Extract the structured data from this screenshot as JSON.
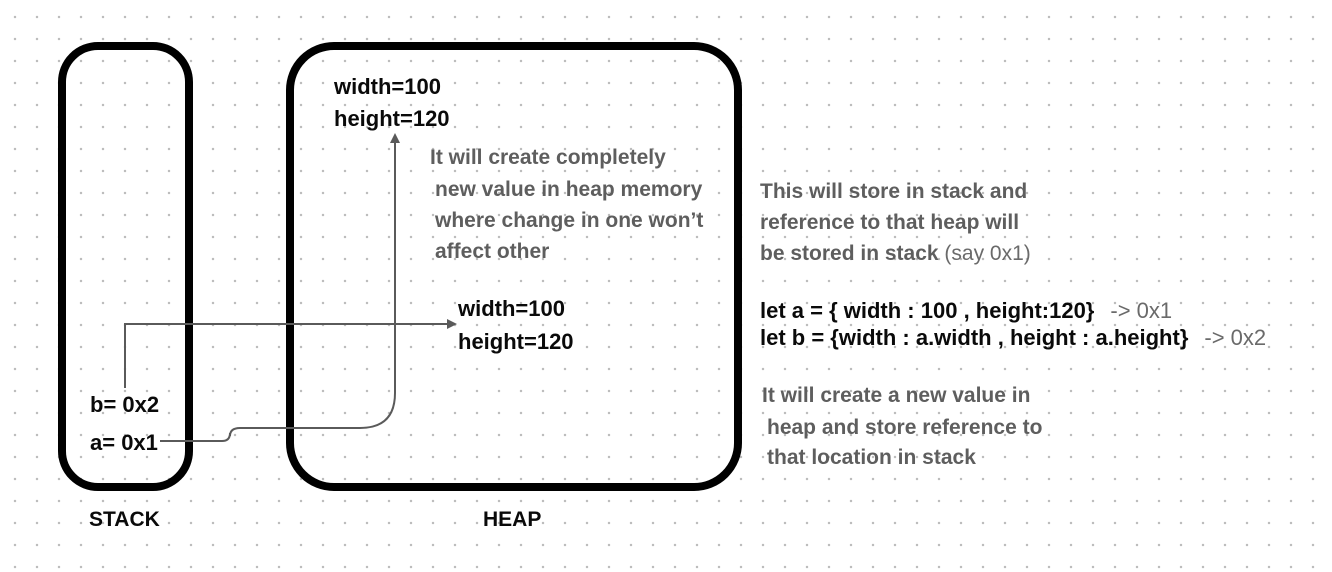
{
  "stack": {
    "label": "STACK",
    "var_b": "b= 0x2",
    "var_a": "a= 0x1"
  },
  "heap": {
    "label": "HEAP",
    "object_1": {
      "line_1": "width=100",
      "line_2": "height=120"
    },
    "object_2": {
      "line_1": "width=100",
      "line_2": "height=120"
    },
    "note": {
      "line_1": "It will create completely",
      "line_2": "new value in heap memory",
      "line_3": "where change in one won’t",
      "line_4": "affect other"
    }
  },
  "explanation_1": {
    "line_1": "This will store in stack and",
    "line_2": "reference to that heap will",
    "line_3": "be stored in stack",
    "line_3_note": "(say 0x1)"
  },
  "code": {
    "line_a": "let a = { width : 100 , height:120}",
    "line_a_ref": "-> 0x1",
    "line_b": "let b = {width : a.width , height : a.height}",
    "line_b_ref": "-> 0x2"
  },
  "explanation_2": {
    "line_1": "It will create a new value in",
    "line_2": "heap and store reference to",
    "line_3": "that location in stack"
  },
  "colors": {
    "box_border": "#000000",
    "arrow": "#5a5a5a",
    "primary_text": "#0a0a0a",
    "secondary_text": "#5e5e5e"
  }
}
